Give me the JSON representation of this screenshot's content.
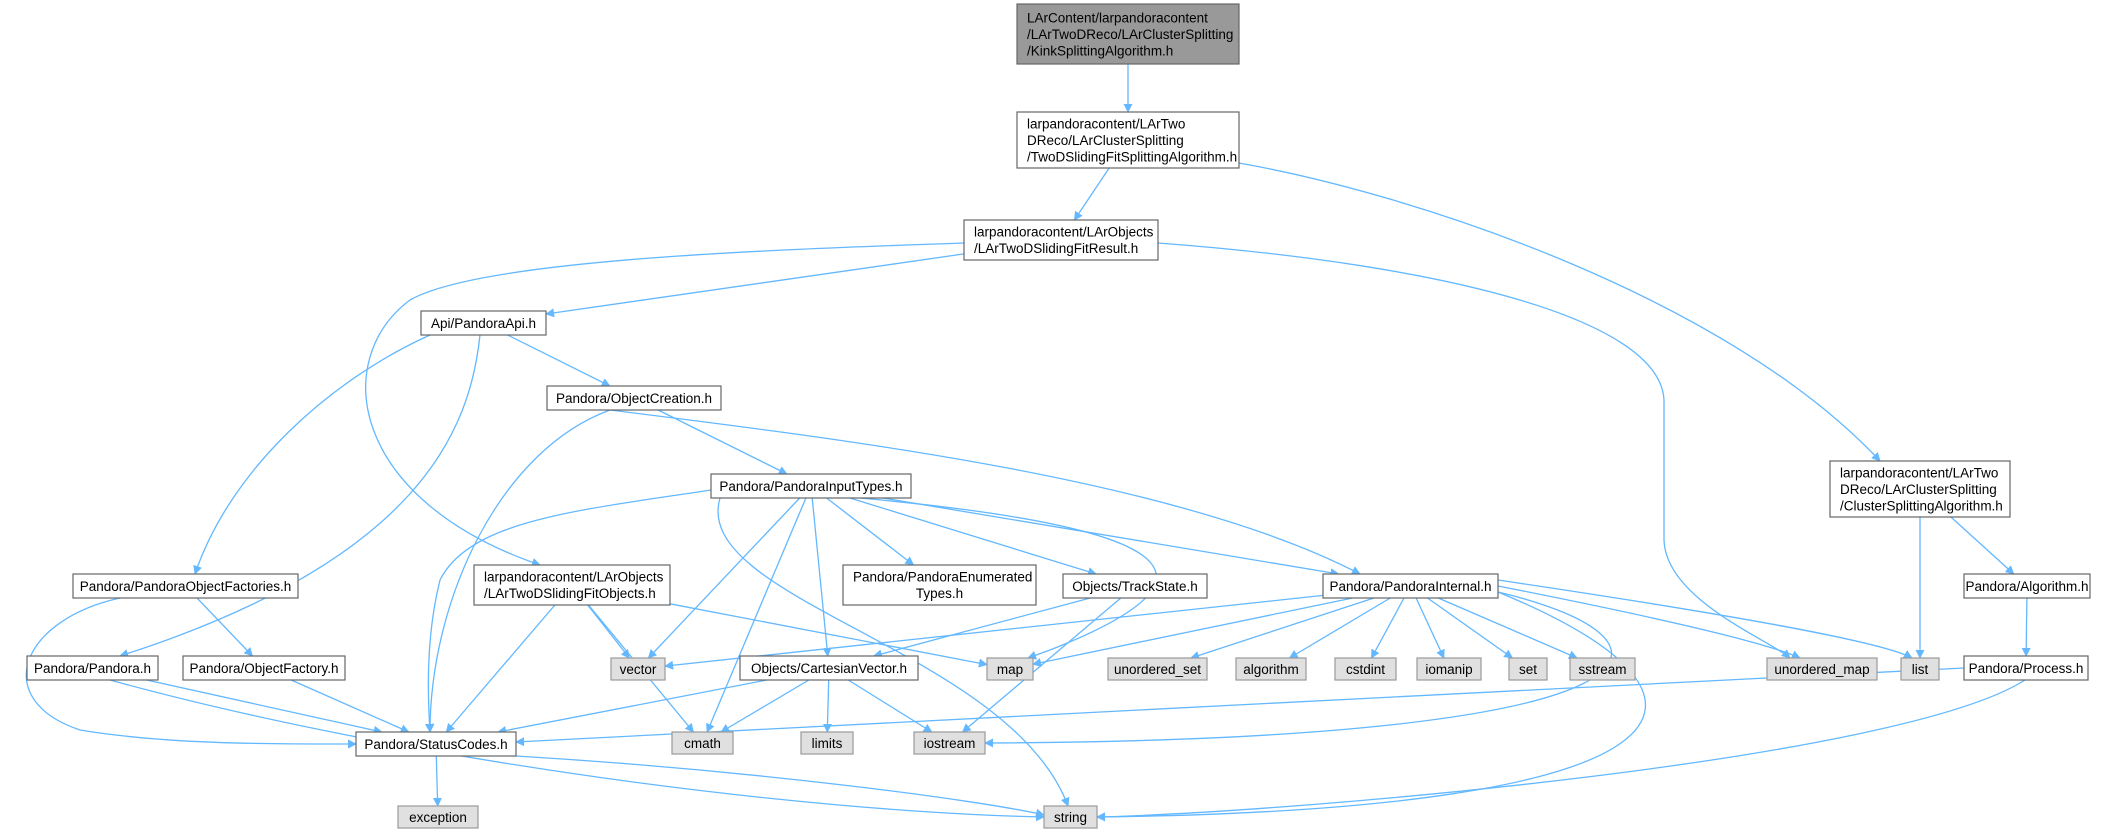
{
  "colors": {
    "edge": "#63b8ff",
    "root_fill": "#999999",
    "root_stroke": "#666666",
    "file_fill": "#ffffff",
    "file_stroke": "#666666",
    "system_fill": "#e0e0e0",
    "system_stroke": "#999999"
  },
  "nodes": [
    {
      "id": "root",
      "kind": "root",
      "lines": [
        "LArContent/larpandoracontent",
        "/LArTwoDReco/LArClusterSplitting",
        "/KinkSplittingAlgorithm.h"
      ]
    },
    {
      "id": "twod_sliding_split",
      "kind": "file",
      "lines": [
        "larpandoracontent/LArTwo",
        "DReco/LArClusterSplitting",
        "/TwoDSlidingFitSplittingAlgorithm.h"
      ]
    },
    {
      "id": "twod_fit_result",
      "kind": "file",
      "lines": [
        "larpandoracontent/LArObjects",
        "/LArTwoDSlidingFitResult.h"
      ]
    },
    {
      "id": "pandora_api",
      "kind": "file",
      "lines": [
        "Api/PandoraApi.h"
      ]
    },
    {
      "id": "object_creation",
      "kind": "file",
      "lines": [
        "Pandora/ObjectCreation.h"
      ]
    },
    {
      "id": "input_types",
      "kind": "file",
      "lines": [
        "Pandora/PandoraInputTypes.h"
      ]
    },
    {
      "id": "cluster_split",
      "kind": "file",
      "lines": [
        "larpandoracontent/LArTwo",
        "DReco/LArClusterSplitting",
        "/ClusterSplittingAlgorithm.h"
      ]
    },
    {
      "id": "object_factories",
      "kind": "file",
      "lines": [
        "Pandora/PandoraObjectFactories.h"
      ]
    },
    {
      "id": "fit_objects",
      "kind": "file",
      "lines": [
        "larpandoracontent/LArObjects",
        "/LArTwoDSlidingFitObjects.h"
      ]
    },
    {
      "id": "enumerated",
      "kind": "file",
      "lines": [
        "Pandora/PandoraEnumerated",
        "Types.h"
      ]
    },
    {
      "id": "track_state",
      "kind": "file",
      "lines": [
        "Objects/TrackState.h"
      ]
    },
    {
      "id": "internal",
      "kind": "file",
      "lines": [
        "Pandora/PandoraInternal.h"
      ]
    },
    {
      "id": "algorithm_h",
      "kind": "file",
      "lines": [
        "Pandora/Algorithm.h"
      ]
    },
    {
      "id": "pandora_h",
      "kind": "file",
      "lines": [
        "Pandora/Pandora.h"
      ]
    },
    {
      "id": "object_factory",
      "kind": "file",
      "lines": [
        "Pandora/ObjectFactory.h"
      ]
    },
    {
      "id": "cartesian",
      "kind": "file",
      "lines": [
        "Objects/CartesianVector.h"
      ]
    },
    {
      "id": "process",
      "kind": "file",
      "lines": [
        "Pandora/Process.h"
      ]
    },
    {
      "id": "status_codes",
      "kind": "file",
      "lines": [
        "Pandora/StatusCodes.h"
      ]
    },
    {
      "id": "vector",
      "kind": "system",
      "lines": [
        "vector"
      ]
    },
    {
      "id": "map",
      "kind": "system",
      "lines": [
        "map"
      ]
    },
    {
      "id": "unordered_set",
      "kind": "system",
      "lines": [
        "unordered_set"
      ]
    },
    {
      "id": "algorithm",
      "kind": "system",
      "lines": [
        "algorithm"
      ]
    },
    {
      "id": "cstdint",
      "kind": "system",
      "lines": [
        "cstdint"
      ]
    },
    {
      "id": "iomanip",
      "kind": "system",
      "lines": [
        "iomanip"
      ]
    },
    {
      "id": "set",
      "kind": "system",
      "lines": [
        "set"
      ]
    },
    {
      "id": "sstream",
      "kind": "system",
      "lines": [
        "sstream"
      ]
    },
    {
      "id": "unordered_map",
      "kind": "system",
      "lines": [
        "unordered_map"
      ]
    },
    {
      "id": "list",
      "kind": "system",
      "lines": [
        "list"
      ]
    },
    {
      "id": "cmath",
      "kind": "system",
      "lines": [
        "cmath"
      ]
    },
    {
      "id": "limits",
      "kind": "system",
      "lines": [
        "limits"
      ]
    },
    {
      "id": "iostream",
      "kind": "system",
      "lines": [
        "iostream"
      ]
    },
    {
      "id": "exception",
      "kind": "system",
      "lines": [
        "exception"
      ]
    },
    {
      "id": "string",
      "kind": "system",
      "lines": [
        "string"
      ]
    }
  ],
  "edges": [
    [
      "root",
      "twod_sliding_split"
    ],
    [
      "twod_sliding_split",
      "twod_fit_result"
    ],
    [
      "twod_sliding_split",
      "cluster_split"
    ],
    [
      "twod_fit_result",
      "pandora_api"
    ],
    [
      "twod_fit_result",
      "fit_objects"
    ],
    [
      "twod_fit_result",
      "unordered_map"
    ],
    [
      "pandora_api",
      "object_creation"
    ],
    [
      "pandora_api",
      "object_factories"
    ],
    [
      "pandora_api",
      "pandora_h"
    ],
    [
      "object_creation",
      "input_types"
    ],
    [
      "object_creation",
      "internal"
    ],
    [
      "object_creation",
      "status_codes"
    ],
    [
      "input_types",
      "enumerated"
    ],
    [
      "input_types",
      "track_state"
    ],
    [
      "input_types",
      "internal"
    ],
    [
      "input_types",
      "cartesian"
    ],
    [
      "input_types",
      "vector"
    ],
    [
      "input_types",
      "cmath"
    ],
    [
      "input_types",
      "status_codes"
    ],
    [
      "input_types",
      "map"
    ],
    [
      "input_types",
      "string"
    ],
    [
      "cluster_split",
      "algorithm_h"
    ],
    [
      "cluster_split",
      "list"
    ],
    [
      "algorithm_h",
      "process"
    ],
    [
      "object_factories",
      "object_factory"
    ],
    [
      "object_factories",
      "status_codes"
    ],
    [
      "fit_objects",
      "vector"
    ],
    [
      "fit_objects",
      "map"
    ],
    [
      "fit_objects",
      "cmath"
    ],
    [
      "fit_objects",
      "status_codes"
    ],
    [
      "track_state",
      "cartesian"
    ],
    [
      "track_state",
      "iostream"
    ],
    [
      "internal",
      "vector"
    ],
    [
      "internal",
      "map"
    ],
    [
      "internal",
      "unordered_set"
    ],
    [
      "internal",
      "algorithm"
    ],
    [
      "internal",
      "cstdint"
    ],
    [
      "internal",
      "iomanip"
    ],
    [
      "internal",
      "set"
    ],
    [
      "internal",
      "sstream"
    ],
    [
      "internal",
      "unordered_map"
    ],
    [
      "internal",
      "list"
    ],
    [
      "internal",
      "iostream"
    ],
    [
      "internal",
      "string"
    ],
    [
      "pandora_h",
      "status_codes"
    ],
    [
      "pandora_h",
      "string"
    ],
    [
      "object_factory",
      "status_codes"
    ],
    [
      "cartesian",
      "status_codes"
    ],
    [
      "cartesian",
      "cmath"
    ],
    [
      "cartesian",
      "limits"
    ],
    [
      "cartesian",
      "iostream"
    ],
    [
      "process",
      "status_codes"
    ],
    [
      "process",
      "string"
    ],
    [
      "status_codes",
      "exception"
    ],
    [
      "status_codes",
      "string"
    ]
  ]
}
